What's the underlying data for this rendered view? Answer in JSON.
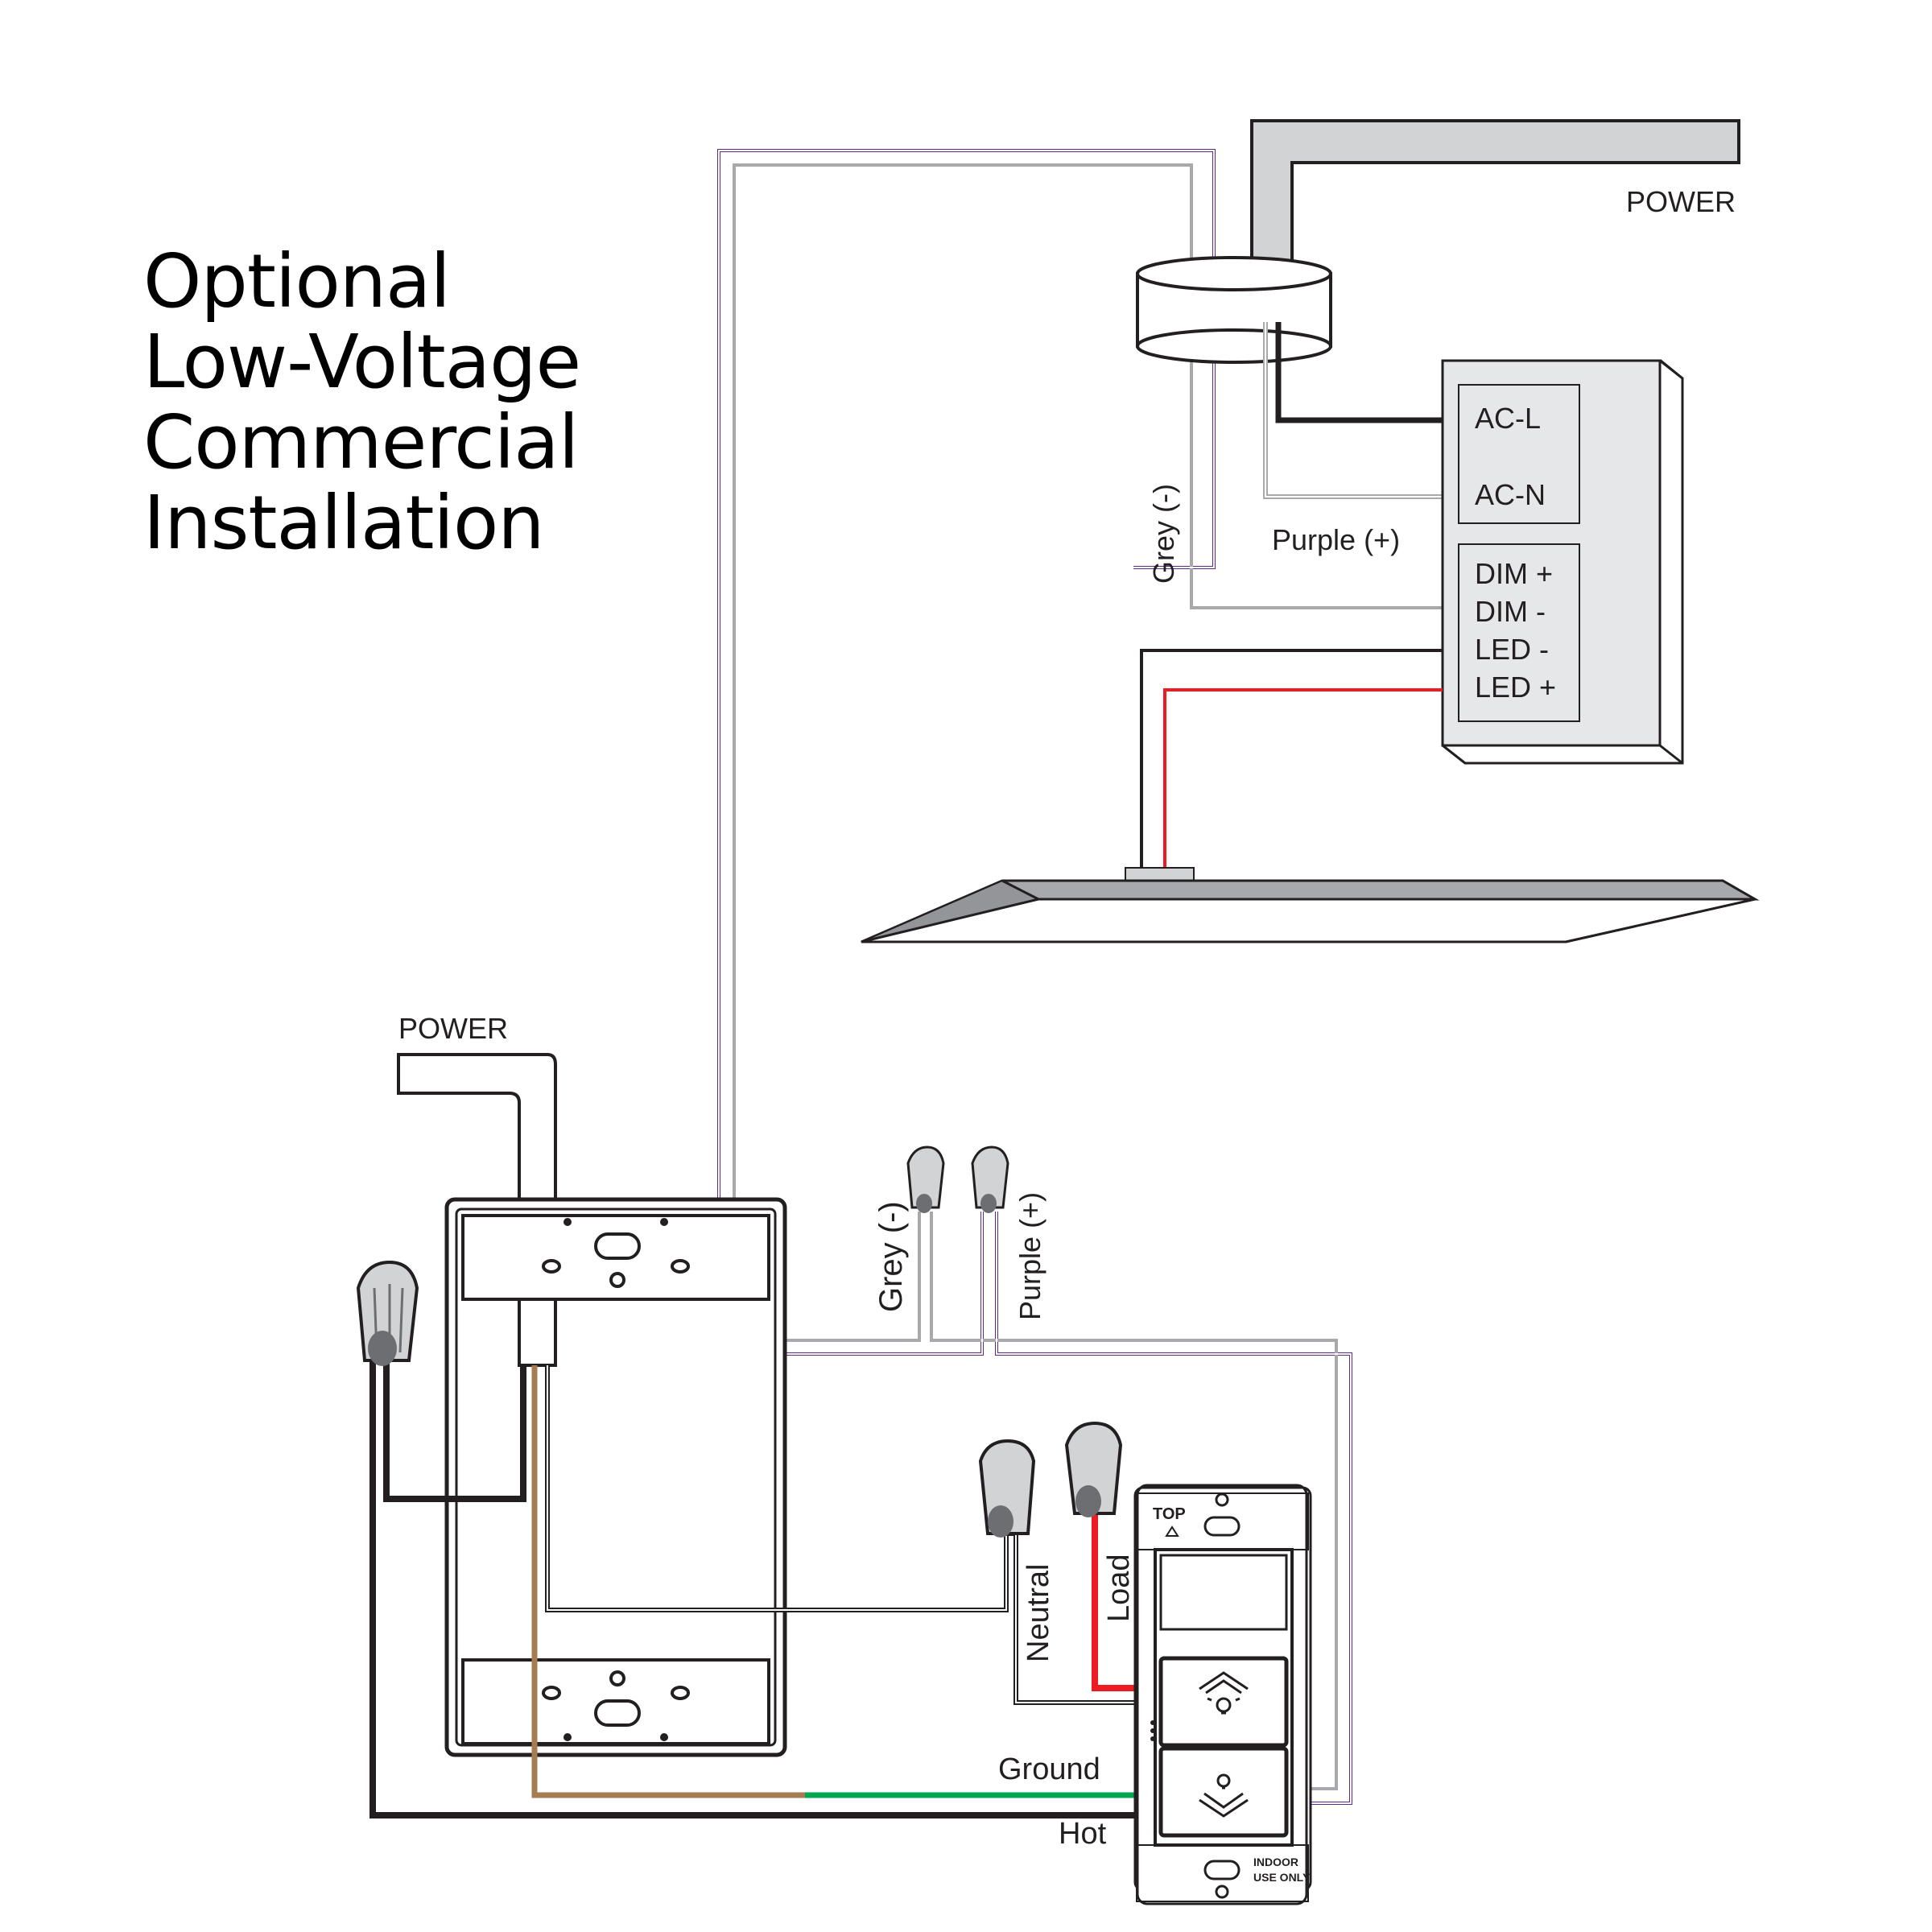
{
  "title_lines": [
    "Optional",
    "Low-Voltage",
    "Commercial",
    "Installation"
  ],
  "labels": {
    "power_top": "POWER",
    "power_left": "POWER",
    "ac_l": "AC-L",
    "ac_n": "AC-N",
    "dim_plus": "DIM +",
    "dim_minus": "DIM -",
    "led_minus": "LED -",
    "led_plus": "LED +",
    "purple_plus_driver": "Purple (+)",
    "grey_minus_driver": "Grey (-)",
    "grey_minus_box": "Grey (-)",
    "purple_plus_box": "Purple (+)",
    "neutral": "Neutral",
    "load": "Load",
    "ground": "Ground",
    "hot": "Hot",
    "top": "TOP",
    "indoor_line1": "INDOOR",
    "indoor_line2": "USE ONLY"
  },
  "colors": {
    "purple_wire": "#5b2c83",
    "grey_wire": "#a7a9ac",
    "black_wire": "#231f20",
    "red_wire": "#ed1c24",
    "ground_green": "#00a651",
    "copper_wire": "#a67c52",
    "fixture_grey": "#d1d3d4",
    "driver_grey": "#e6e7e8"
  },
  "icons": [
    "wire-nut-icon",
    "dim-up-icon",
    "dim-down-icon",
    "triangle-icon"
  ]
}
